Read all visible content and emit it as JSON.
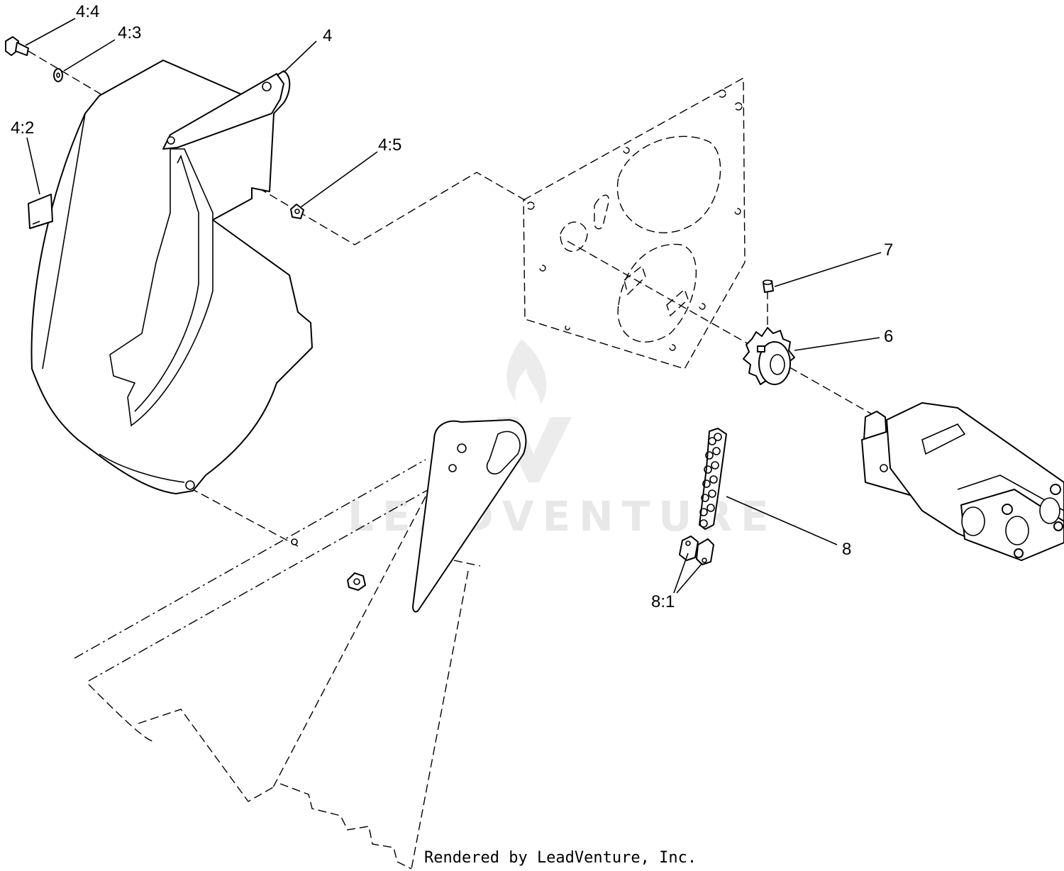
{
  "diagram": {
    "callouts": [
      {
        "id": "c44",
        "label": "4:4"
      },
      {
        "id": "c43",
        "label": "4:3"
      },
      {
        "id": "c4",
        "label": "4"
      },
      {
        "id": "c42",
        "label": "4:2"
      },
      {
        "id": "c45",
        "label": "4:5"
      },
      {
        "id": "c7",
        "label": "7"
      },
      {
        "id": "c6",
        "label": "6"
      },
      {
        "id": "c8",
        "label": "8"
      },
      {
        "id": "c81",
        "label": "8:1"
      }
    ],
    "watermark": "LEADVENTURE",
    "credit": "Rendered by LeadVenture, Inc."
  }
}
